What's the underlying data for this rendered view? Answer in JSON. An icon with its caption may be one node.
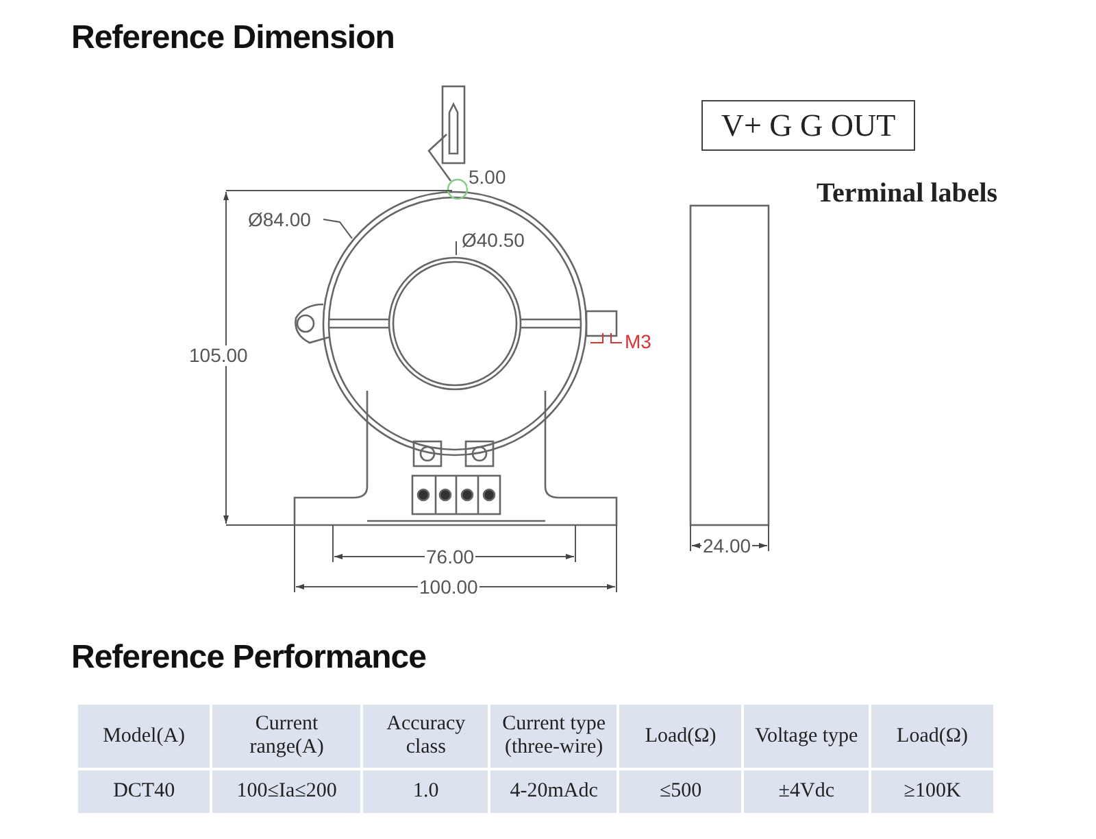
{
  "diagram": {
    "title": "Reference Dimension",
    "nodes": [
      {
        "text": [
          "V+ G G OUT"
        ]
      }
    ],
    "labels": [
      "5.00",
      "Ø84.00",
      "Ø40.50",
      "105.00",
      "M3",
      "76.00",
      "100.00",
      "Terminal labels",
      "24.00",
      "Reference Performance",
      "Model(A)",
      "Current range(A)",
      "Accuracy class",
      "Current type (three-wire)",
      "Load(Ω)",
      "Voltage type",
      "Load(Ω)",
      "DCT40",
      "100≤Ia≤200",
      "1.0",
      "4-20mAdc",
      "≤500",
      "±4Vdc",
      "≥100K"
    ]
  }
}
